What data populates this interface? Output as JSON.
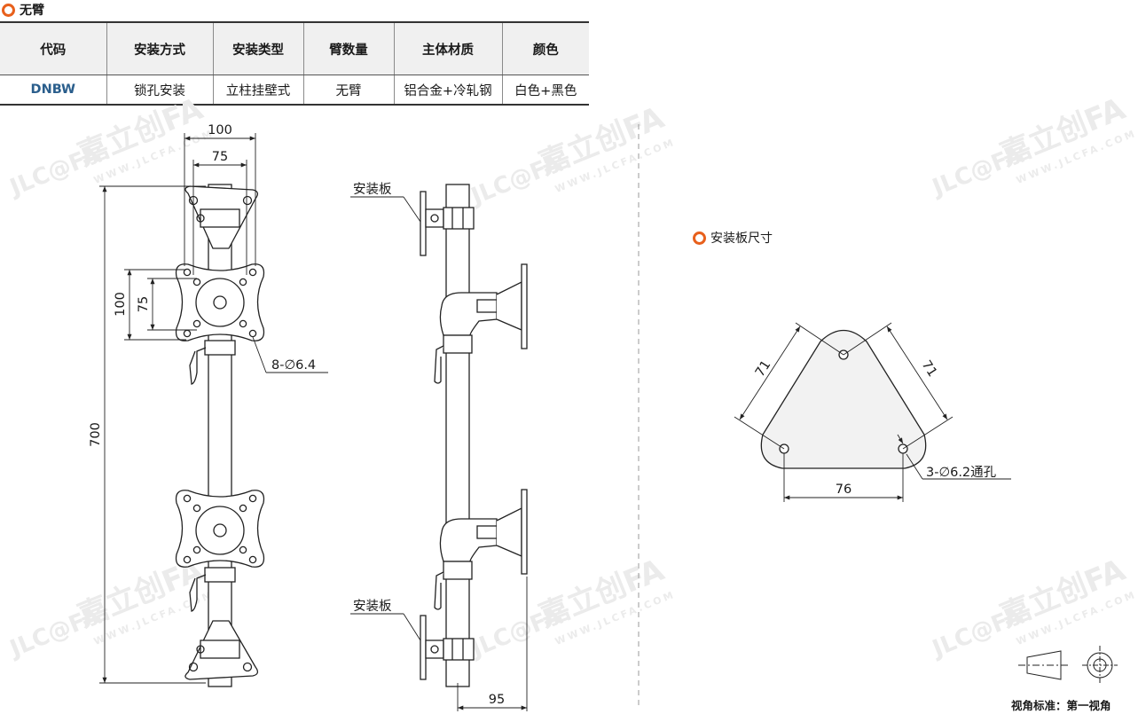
{
  "section_title": "无臂",
  "table": {
    "headers": [
      "代码",
      "安装方式",
      "安装类型",
      "臂数量",
      "主体材质",
      "颜色"
    ],
    "row": [
      "DNBW",
      "锁孔安装",
      "立柱挂壁式",
      "无臂",
      "铝合金+冷轧钢",
      "白色+黑色"
    ]
  },
  "front_view": {
    "dim_width_outer": "100",
    "dim_width_inner": "75",
    "dim_height_outer": "100",
    "dim_height_inner": "75",
    "dim_total_height": "700",
    "hole_callout": "8-∅6.4"
  },
  "side_view": {
    "label_top": "安装板",
    "label_bottom": "安装板",
    "dim_depth": "95"
  },
  "plate_section": {
    "title": "安装板尺寸",
    "dim_left_side": "71",
    "dim_right_side": "71",
    "dim_base": "76",
    "hole_callout": "3-∅6.2通孔"
  },
  "projection_note": "视角标准：第一视角",
  "watermark": {
    "logo": "JLC@FA",
    "brand": "嘉立创FA",
    "url": "WWW.JLCFA.COM"
  },
  "colors": {
    "accent": "#e8601c",
    "code": "#2a5e8c",
    "line": "#222222"
  }
}
